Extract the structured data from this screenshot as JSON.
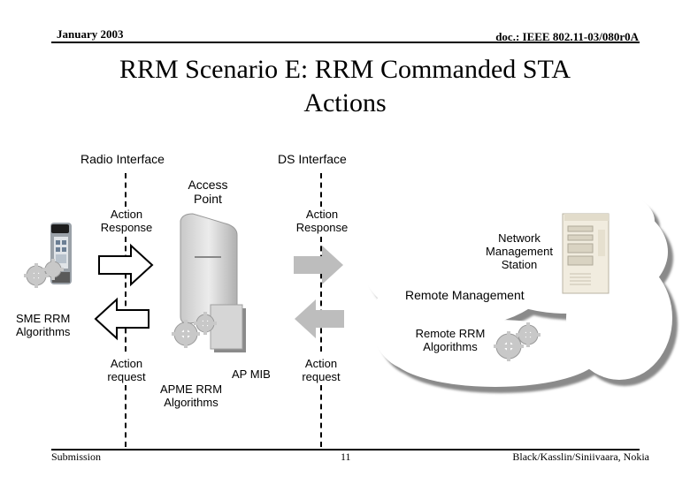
{
  "header": {
    "date": "January 2003",
    "doc_id": "doc.: IEEE 802.11-03/080r0A"
  },
  "title": {
    "line1": "RRM Scenario E: RRM Commanded STA",
    "line2": "Actions"
  },
  "diagram": {
    "radio_interface": "Radio Interface",
    "ds_interface": "DS Interface",
    "access_point_line1": "Access",
    "access_point_line2": "Point",
    "action_response_left_1": "Action",
    "action_response_left_2": "Response",
    "action_response_right_1": "Action",
    "action_response_right_2": "Response",
    "nms_line1": "Network",
    "nms_line2": "Management",
    "nms_line3": "Station",
    "remote_management": "Remote Management",
    "sme_line1": "SME RRM",
    "sme_line2": "Algorithms",
    "remote_rrm_line1": "Remote RRM",
    "remote_rrm_line2": "Algorithms",
    "action_request_left_1": "Action",
    "action_request_left_2": "request",
    "action_request_right_1": "Action",
    "action_request_right_2": "request",
    "ap_mib": "AP MIB",
    "apme_line1": "APME RRM",
    "apme_line2": "Algorithms"
  },
  "footer": {
    "left": "Submission",
    "page": "11",
    "authors": "Black/Kasslin/Siniivaara, Nokia"
  }
}
